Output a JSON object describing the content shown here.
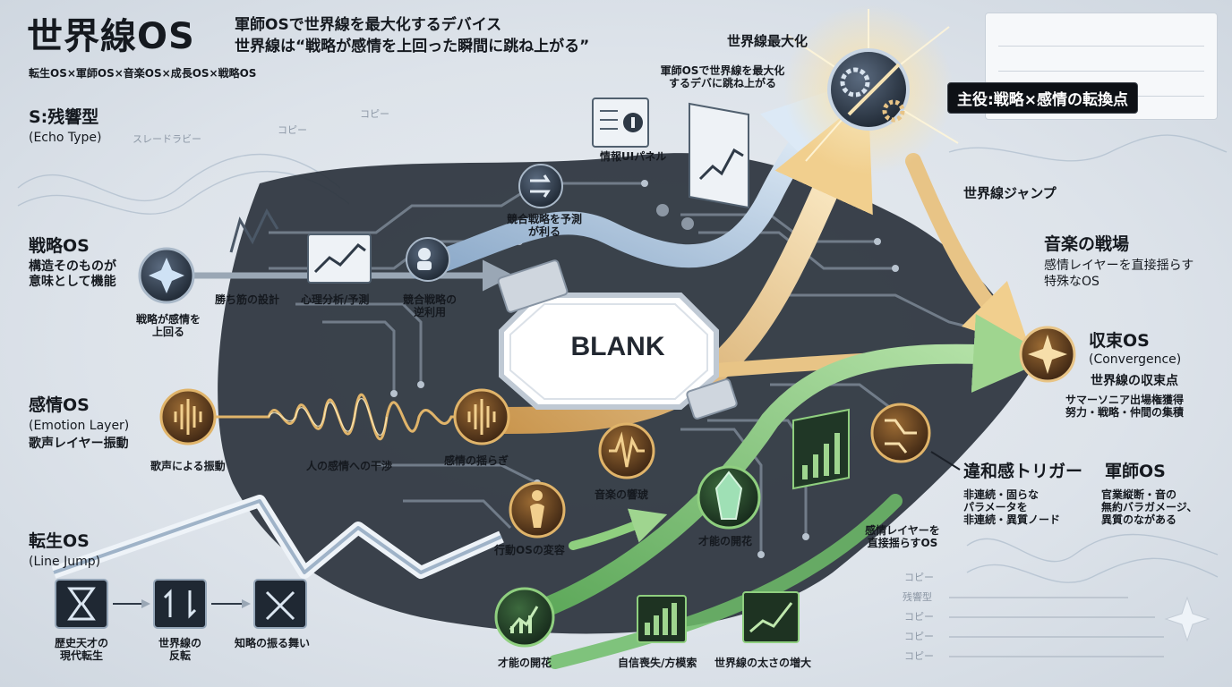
{
  "header": {
    "title": "世界線OS",
    "tagline_1": "軍師OSで世界線を最大化するデバイス",
    "tagline_2": "世界線は“戦略が感情を上回った瞬間に跳ね上がる”",
    "os_list": "転生OS×軍師OS×音楽OS×成長OS×戦略OS"
  },
  "left_panel": {
    "echo_title": "S:残響型",
    "echo_en": "(Echo Type)",
    "strategy_title": "戦略OS",
    "strategy_desc": "構造そのものが\n意味として機能",
    "emotion_title": "感情OS",
    "emotion_en": "(Emotion Layer)",
    "emotion_desc": "歌声レイヤー振動",
    "reincarnation_title": "転生OS",
    "reincarnation_en": "(Line Jump)"
  },
  "labels": {
    "strategy_over_emotion": "戦略が感情を\n上回る",
    "winning_design": "勝ち筋の設計",
    "psych_analysis": "心理分析/予測",
    "competitive_use": "競合戦略の\n逆利用",
    "competitive_predict": "競合戦略を予測\nが利る",
    "info_panel": "情報UIパネル",
    "top_caption": "軍師OSで世界線を最大化\nするデバに跳ね上がる",
    "worldline_max": "世界線最大化",
    "protagonist": "主役:戦略×感情の転換点",
    "worldline_jump": "世界線ジャンプ",
    "music_battlefield": "音楽の戦場",
    "music_desc": "感情レイヤーを直接揺らす\n特殊なOS",
    "convergence_title": "収束OS",
    "convergence_en": "(Convergence)",
    "convergence_desc": "世界線の収束点",
    "convergence_detail": "サマーソニア出場権獲得\n努力・戦略・仲間の集積",
    "dissonance_title": "違和感トリガー",
    "dissonance_desc": "非連続・固らな\nパラメータを\n非連続・異質ノード",
    "tactician_title": "軍師OS",
    "tactician_desc": "官業縦断・音の\n無約バラガメージ、\n異質のながある",
    "emotion_layer_direct": "感情レイヤーを\n直接揺らすOS",
    "singing_vibration": "歌声による振動",
    "human_interference": "人の感情への干渉",
    "emotion_sway": "感情の揺らぎ",
    "music_sound": "音楽の響琥",
    "behavior_change": "行動OSの変容",
    "talent_bloom_mid": "才能の開花",
    "talent_bloom_low": "才能の開花",
    "confidence_search": "自信喪失/方模索",
    "worldline_thickness": "世界線の太さの増大",
    "genius_reincarnation": "歴史天才の\n現代転生",
    "worldline_reverse": "世界線の\n反転",
    "wisdom_behavior": "知略の振る舞い",
    "center": "BLANK"
  },
  "faint_labels": {
    "copy_1": "コピー",
    "copy_2": "コピー",
    "slide_rb": "スレードラビー",
    "right_copy_1": "コピー",
    "right_echo": "残響型",
    "right_copy_2": "コピー",
    "right_copy_3": "コピー",
    "right_copy_4": "コピー"
  },
  "colors": {
    "background": "#e3e8ee",
    "dark_band": "#2b333d",
    "gold": "#e0b46a",
    "green": "#6fbd68",
    "blue_arrow": "#a9c6e6",
    "grey_circuit": "#7b8794",
    "callout_bg": "#0e1116"
  },
  "icons": {
    "strategy_node": "compass-star-icon",
    "emotion_node": "waveform-icon",
    "gear_node": "gear-icon",
    "convergence_node": "convergence-star-icon",
    "hourglass": "hourglass-icon",
    "reverse": "reverse-arrows-icon",
    "wisdom": "crossed-arrows-icon",
    "chart": "line-chart-icon",
    "crystal": "crystal-icon",
    "person": "person-icon",
    "circuit": "circuit-icon"
  }
}
